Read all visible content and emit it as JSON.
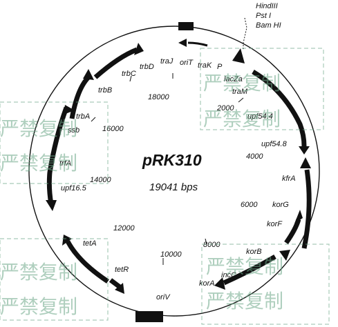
{
  "title": "pRK310",
  "size": "19041 bps",
  "restriction_sites": [
    "HindIII",
    "Pst I",
    "Bam HI"
  ],
  "scale_marks": [
    "2000",
    "4000",
    "6000",
    "8000",
    "10000",
    "12000",
    "14000",
    "16000",
    "18000"
  ],
  "genes": [
    "traJ",
    "oriT",
    "traK",
    "P",
    "lacZa",
    "traM",
    "upf54.4",
    "upf54.8",
    "kfrA",
    "korG",
    "korF",
    "korB",
    "incC",
    "korA",
    "oriV",
    "tetR",
    "tetA",
    "upf16.5",
    "trfA",
    "ssb",
    "trbA",
    "trbB",
    "trbC",
    "trbD"
  ],
  "watermark": "严禁复制"
}
